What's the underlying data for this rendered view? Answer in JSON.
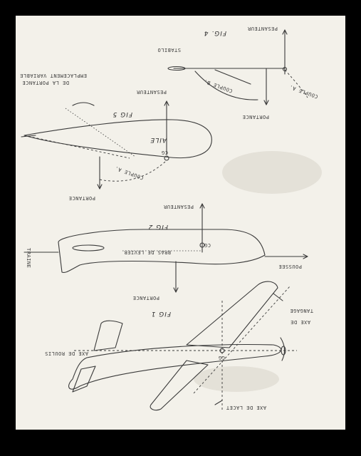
{
  "labels": {
    "fig4": "FIG. 4",
    "pesanteur_fig4": "PESANTEUR",
    "stabilo": "STABILO",
    "couple_a": "COUPLE A.",
    "couple_b": "COUPLE B.",
    "portance_fig4": "PORTANCE",
    "emplacement_1": "EMPLACEMENT VARIABLE",
    "emplacement_2": "DE LA PORTANCE",
    "fig5": "FIG 5",
    "pesanteur_fig5": "PESANTEUR",
    "aile": "AILE",
    "cg_fig5": "CG",
    "couple_a_fig5": "COUPLE A.",
    "portance_fig5": "PORTANCE",
    "pesanteur_fig2": "PESANTEUR",
    "fig2": "FIG 2",
    "cg_fig2": "CG",
    "bras_de_levier": "BRAS DE LEVIER",
    "traine": "TRAINE",
    "poussee": "POUSSEE",
    "portance_fig1": "PORTANCE",
    "fig1": "FIG 1",
    "axe_de_tangage_1": "AXE DE",
    "axe_de_tangage_2": "TANGAGE",
    "axe_de_roulis": "AXE DE ROULIS",
    "cg_fig1": "CG",
    "axe_de_lacet": "AXE DE LACET"
  },
  "colors": {
    "ink": "#3a3a3a",
    "paper": "#f3f1ea",
    "frame": "#000000"
  }
}
